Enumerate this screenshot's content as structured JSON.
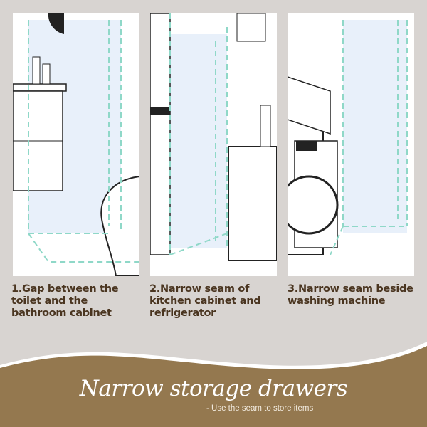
{
  "panels": [
    {
      "caption": "1.Gap between the toilet and the bathroom cabinet"
    },
    {
      "caption": "2.Narrow seam of kitchen cabinet and refrigerator"
    },
    {
      "caption": "3.Narrow seam beside washing machine"
    }
  ],
  "banner": {
    "title": "Narrow storage drawers",
    "subtitle": "- Use the seam to store items"
  },
  "colors": {
    "background": "#d8d4d1",
    "banner": "#94784f",
    "caption": "#4a3520",
    "seam": "#8fd8c8"
  }
}
